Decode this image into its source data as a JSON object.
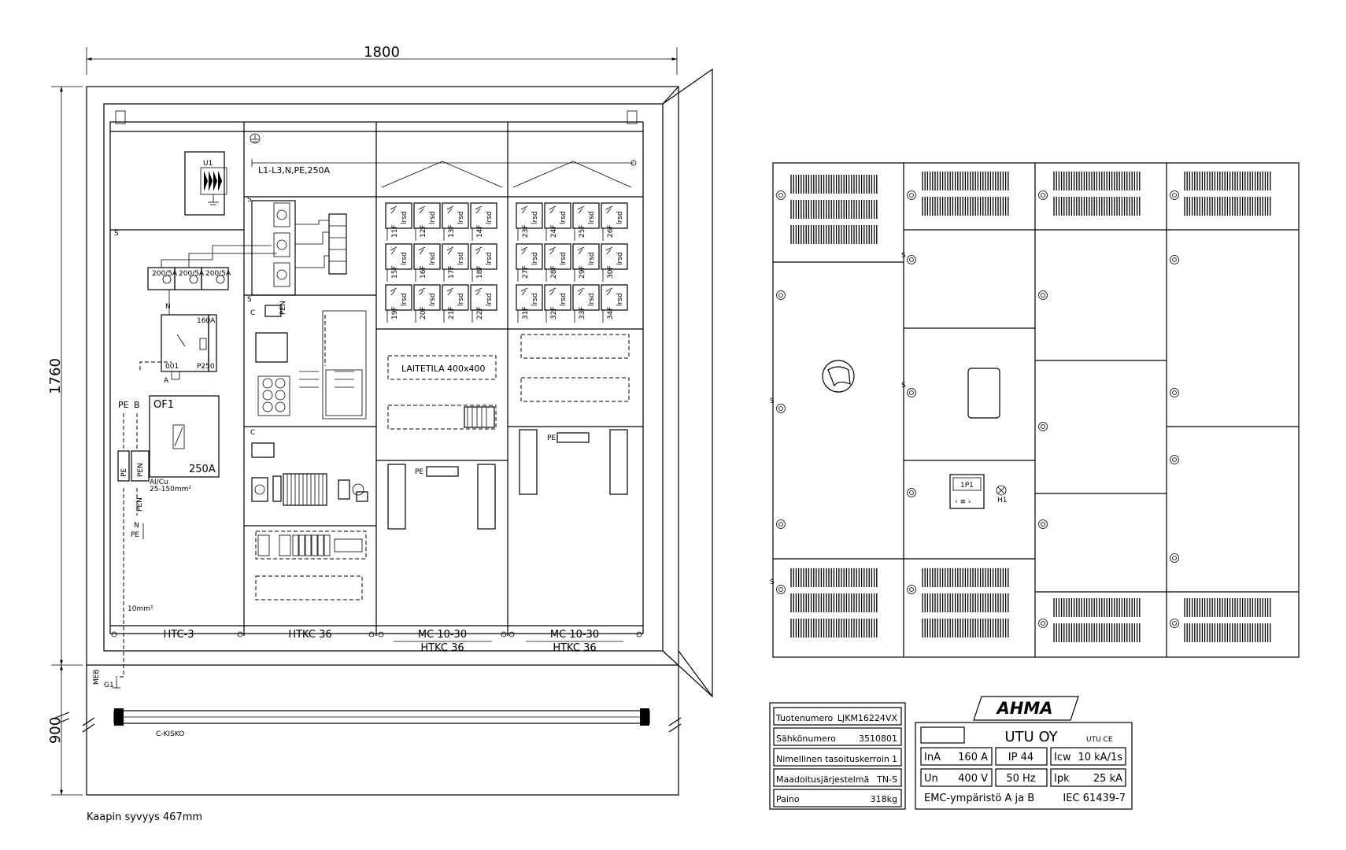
{
  "dimensions": {
    "width": "1800",
    "height_upper": "1760",
    "height_lower": "900"
  },
  "depth_note": "Kaapin syvyys 467mm",
  "c_kisko": "C-KISKO",
  "busbar_label": "L1-L3,N,PE,250A",
  "laitetila": {
    "label": "LAITETILA",
    "size": "400x400"
  },
  "sections": [
    {
      "name": "HTC-3"
    },
    {
      "name": "HTKC 36"
    },
    {
      "name": "MC 10-30",
      "sub": "HTKC 36"
    },
    {
      "name": "MC 10-30",
      "sub": "HTKC 36"
    }
  ],
  "labels": {
    "u1": "U1",
    "of1": "OF1",
    "of1_rating": "250A",
    "pe": "PE",
    "pen": "PEN",
    "b": "B",
    "n": "N",
    "meb": "MEB",
    "g1": "G1",
    "al_cu": "Al/Cu",
    "al_cu_range": "25-150mm²",
    "ten_mm": "10mm²",
    "s": "S",
    "c": "C",
    "fuse_200a": "200/5A",
    "qty_160a": "160A",
    "p250": "P250",
    "q01": "001",
    "a": "A",
    "one_p1": "1P1",
    "h1": "H1"
  },
  "fuse_rows_col3": [
    [
      "11F",
      "12F",
      "13F",
      "14F"
    ],
    [
      "15F",
      "16F",
      "17F",
      "18F"
    ],
    [
      "19F",
      "20F",
      "21F",
      "22F"
    ]
  ],
  "fuse_rows_col4": [
    [
      "23F",
      "24F",
      "25F",
      "26F"
    ],
    [
      "27F",
      "28F",
      "29F",
      "30F"
    ],
    [
      "31F",
      "32F",
      "33F",
      "34F"
    ]
  ],
  "fuse_type": "lrsd",
  "type_plate": {
    "rows": [
      {
        "key": "Tuotenumero",
        "value": "LJKM16224VX"
      },
      {
        "key": "Sähkönumero",
        "value": "3510801"
      },
      {
        "key": "Nimellinen tasoituskerroin",
        "value": "1"
      },
      {
        "key": "Maadoitusjärjestelmä",
        "value": "TN-S"
      },
      {
        "key": "Paino",
        "value": "318kg"
      }
    ]
  },
  "rating_plate": {
    "brand": "AHMA",
    "maker": "UTU OY",
    "ina_label": "InA",
    "ina_value": "160 A",
    "ip": "IP 44",
    "icw_label": "Icw",
    "icw_value": "10 kA/1s",
    "un_label": "Un",
    "un_value": "400 V",
    "freq": "50 Hz",
    "ipk_label": "Ipk",
    "ipk_value": "25 kA",
    "emc": "EMC-ympäristö A ja B",
    "standard": "IEC 61439-7"
  }
}
